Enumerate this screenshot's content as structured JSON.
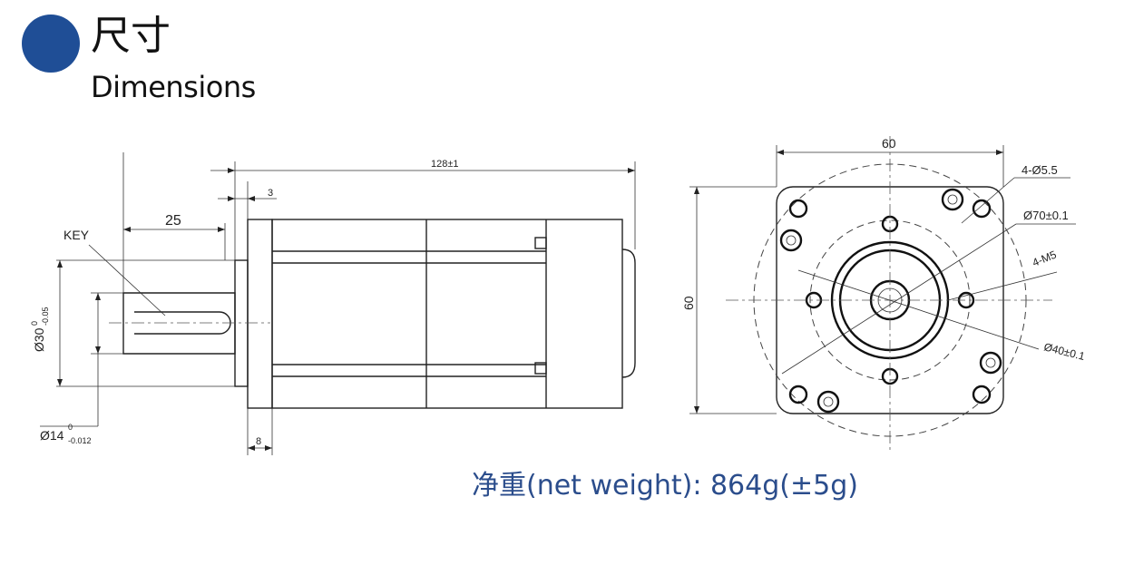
{
  "heading": {
    "title_cn": "尺寸",
    "title_en": "Dimensions",
    "accent_color": "#1f4e96"
  },
  "side_view": {
    "length": "128±1",
    "flange_offset": "3",
    "shaft_length": "25",
    "flange_thickness": "8",
    "key_label": "KEY",
    "pilot_diameter": "Ø30",
    "pilot_tol_upper": "0",
    "pilot_tol_lower": "-0.05",
    "shaft_diameter": "Ø14",
    "shaft_tol_upper": "0",
    "shaft_tol_lower": "-0.012"
  },
  "front_view": {
    "width": "60",
    "height": "60",
    "mount_holes": "4-Ø5.5",
    "bolt_circle": "Ø70±0.1",
    "tapped_holes": "4-M5",
    "tapped_circle": "Ø40±0.1"
  },
  "weight": {
    "text": "净重(net weight):  864g(±5g)",
    "color": "#2b4d8c"
  }
}
